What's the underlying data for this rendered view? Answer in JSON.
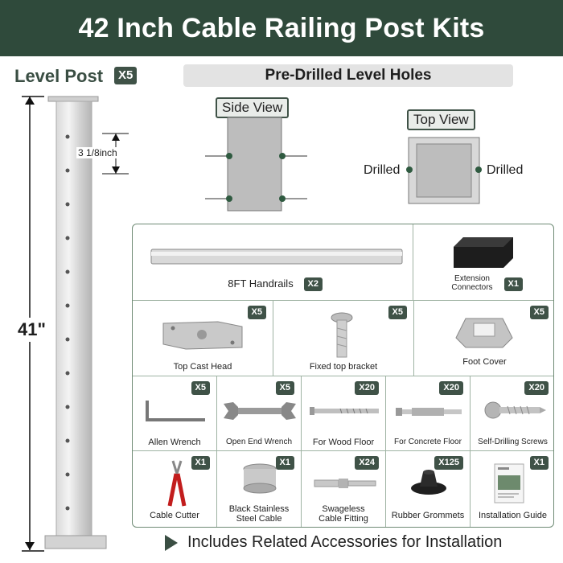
{
  "title": "42 Inch Cable Railing Post Kits",
  "level_post": {
    "label": "Level Post",
    "qty": "X5",
    "height": "41\"",
    "spacing": "3 1/8inch"
  },
  "predrilled": {
    "label": "Pre-Drilled Level Holes",
    "side_view": "Side View",
    "top_view": "Top View",
    "drilled_left": "Drilled",
    "drilled_right": "Drilled"
  },
  "items": {
    "handrails": {
      "label": "8FT Handrails",
      "qty": "X2"
    },
    "connectors": {
      "label_1": "Extension",
      "label_2": "Connectors",
      "qty": "X1"
    },
    "cast_head": {
      "label": "Top Cast Head",
      "qty": "X5"
    },
    "bracket": {
      "label": "Fixed top bracket",
      "qty": "X5"
    },
    "foot_cover": {
      "label": "Foot Cover",
      "qty": "X5"
    },
    "allen": {
      "label": "Allen Wrench",
      "qty": "X5"
    },
    "open_wrench": {
      "label": "Open End Wrench",
      "qty": "X5"
    },
    "wood_floor": {
      "label": "For Wood Floor",
      "qty": "X20"
    },
    "concrete_floor": {
      "label": "For Concrete Floor",
      "qty": "X20"
    },
    "screws": {
      "label": "Self-Drilling Screws",
      "qty": "X20"
    },
    "cutter": {
      "label": "Cable Cutter",
      "qty": "X1"
    },
    "cable": {
      "label_1": "Black Stainless",
      "label_2": "Steel Cable",
      "qty": "X1"
    },
    "swageless": {
      "label_1": "Swageless",
      "label_2": "Cable Fitting",
      "qty": "X24"
    },
    "grommets": {
      "label": "Rubber Grommets",
      "qty": "X125"
    },
    "guide": {
      "label": "Installation Guide",
      "qty": "X1"
    }
  },
  "footer": "Includes Related Accessories for Installation"
}
